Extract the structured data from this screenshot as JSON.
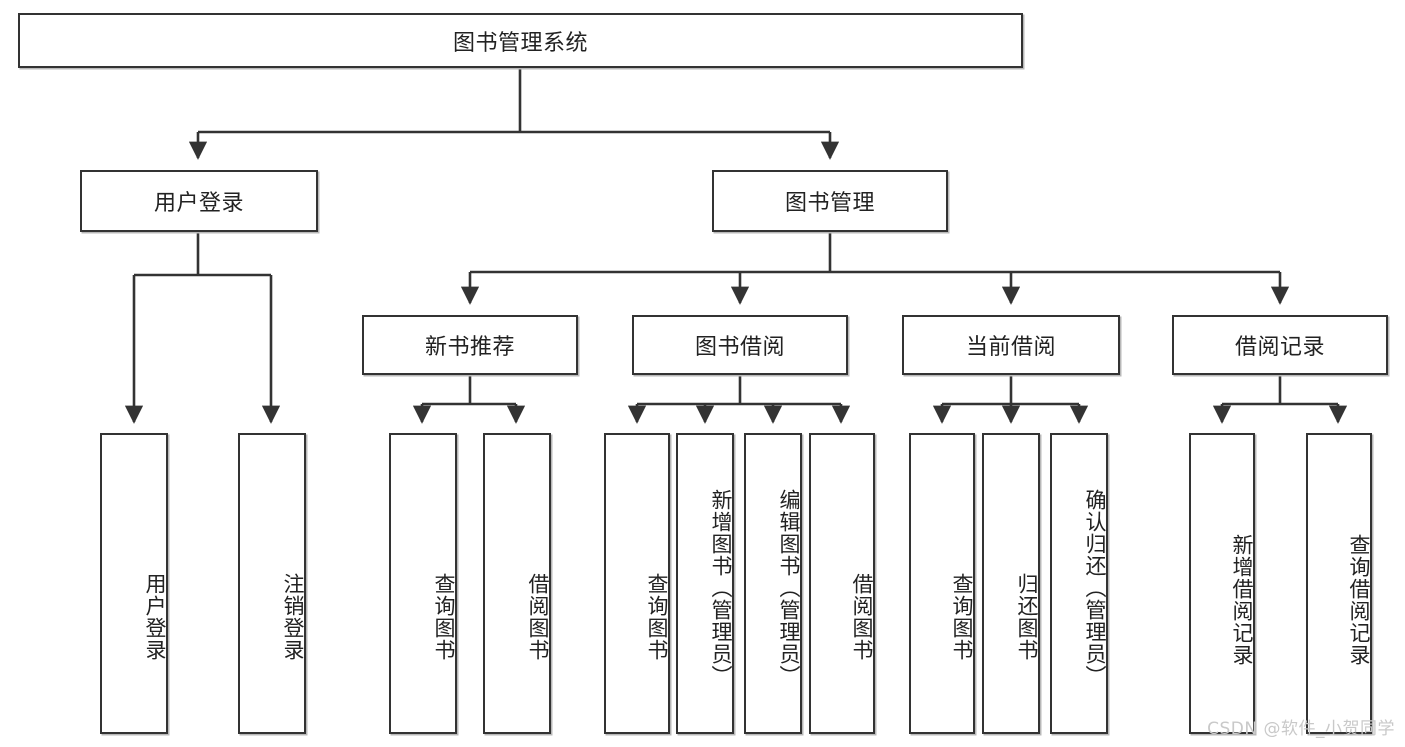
{
  "diagram": {
    "type": "hierarchy-tree",
    "title": "图书管理系统",
    "watermark": "CSDN @软件_小贺同学",
    "colors": {
      "box_border": "#333333",
      "box_fill": "#ffffff",
      "connector": "#333333",
      "text": "#222222",
      "watermark": "#c9c9c9",
      "shadow": "#b8b8b8"
    },
    "levels": {
      "level0": [
        {
          "id": "root",
          "label": "图书管理系统",
          "orientation": "horizontal"
        }
      ],
      "level1": [
        {
          "id": "user-login",
          "label": "用户登录",
          "orientation": "horizontal"
        },
        {
          "id": "book-manage",
          "label": "图书管理",
          "orientation": "horizontal"
        }
      ],
      "level2": [
        {
          "id": "new-book-rec",
          "label": "新书推荐",
          "orientation": "horizontal"
        },
        {
          "id": "book-borrow",
          "label": "图书借阅",
          "orientation": "horizontal"
        },
        {
          "id": "current-borrow",
          "label": "当前借阅",
          "orientation": "horizontal"
        },
        {
          "id": "borrow-record",
          "label": "借阅记录",
          "orientation": "horizontal"
        }
      ],
      "level3": [
        {
          "id": "leaf-user-login",
          "label": "用户登录",
          "parent": "user-login",
          "orientation": "vertical"
        },
        {
          "id": "leaf-logout",
          "label": "注销登录",
          "parent": "user-login",
          "orientation": "vertical"
        },
        {
          "id": "leaf-query-book-1",
          "label": "查询图书",
          "parent": "new-book-rec",
          "orientation": "vertical"
        },
        {
          "id": "leaf-borrow-book-1",
          "label": "借阅图书",
          "parent": "new-book-rec",
          "orientation": "vertical"
        },
        {
          "id": "leaf-query-book-2",
          "label": "查询图书",
          "parent": "book-borrow",
          "orientation": "vertical"
        },
        {
          "id": "leaf-add-book",
          "label": "新增图书（管理员）",
          "parent": "book-borrow",
          "orientation": "vertical"
        },
        {
          "id": "leaf-edit-book",
          "label": "编辑图书（管理员）",
          "parent": "book-borrow",
          "orientation": "vertical"
        },
        {
          "id": "leaf-borrow-book-2",
          "label": "借阅图书",
          "parent": "book-borrow",
          "orientation": "vertical"
        },
        {
          "id": "leaf-query-book-3",
          "label": "查询图书",
          "parent": "current-borrow",
          "orientation": "vertical"
        },
        {
          "id": "leaf-return-book",
          "label": "归还图书",
          "parent": "current-borrow",
          "orientation": "vertical"
        },
        {
          "id": "leaf-confirm-return",
          "label": "确认归还（管理员）",
          "parent": "current-borrow",
          "orientation": "vertical"
        },
        {
          "id": "leaf-add-record",
          "label": "新增借阅记录",
          "parent": "borrow-record",
          "orientation": "vertical"
        },
        {
          "id": "leaf-query-record",
          "label": "查询借阅记录",
          "parent": "borrow-record",
          "orientation": "vertical"
        }
      ]
    }
  }
}
